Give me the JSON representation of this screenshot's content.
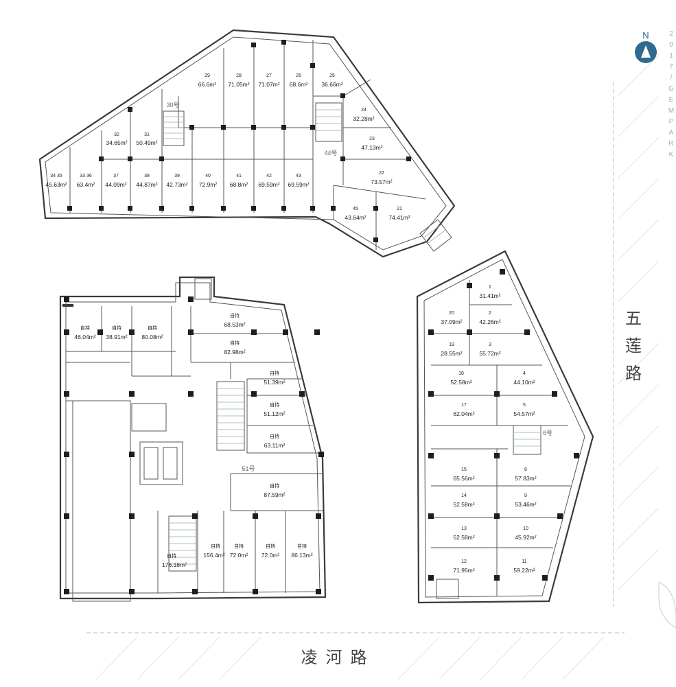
{
  "road_right": "五\n莲\n路",
  "road_right_chars": [
    "五",
    "莲",
    "路"
  ],
  "road_bottom": "凌河路",
  "compass": {
    "label": "N"
  },
  "brand_letters": [
    "2",
    "0",
    "1",
    "7",
    "/",
    "G",
    "E",
    "M",
    "P",
    "A",
    "R",
    "K"
  ],
  "core_labels": {
    "core_30": "30号",
    "core_44": "44号",
    "core_51": "51号",
    "core_6": "6号"
  },
  "units": {
    "u29": {
      "num": "29",
      "area": "66.6m²"
    },
    "u28": {
      "num": "28",
      "area": "71.05m²"
    },
    "u27": {
      "num": "27",
      "area": "71.07m²"
    },
    "u26": {
      "num": "26",
      "area": "68.6m²"
    },
    "u25": {
      "num": "25",
      "area": "36.66m²"
    },
    "u24": {
      "num": "24",
      "area": "32.28m²"
    },
    "u23": {
      "num": "23",
      "area": "47.13m²"
    },
    "u22": {
      "num": "22",
      "area": "73.57m²"
    },
    "u21": {
      "num": "21",
      "area": "74.41m²"
    },
    "u45": {
      "num": "45",
      "area": "43.64m²"
    },
    "u32": {
      "num": "32",
      "area": "34.65m²"
    },
    "u31": {
      "num": "31",
      "area": "50.49m²"
    },
    "u34": {
      "num": "34 35",
      "area": "45.63m²"
    },
    "u33": {
      "num": "33 36",
      "area": "63.4m²"
    },
    "u37": {
      "num": "37",
      "area": "44.09m²"
    },
    "u38": {
      "num": "38",
      "area": "44.87m²"
    },
    "u39": {
      "num": "39",
      "area": "42.73m²"
    },
    "u40": {
      "num": "40",
      "area": "72.9m²"
    },
    "u41": {
      "num": "41",
      "area": "68.8m²"
    },
    "u42": {
      "num": "42",
      "area": "69.59m²"
    },
    "u43": {
      "num": "43",
      "area": "69.59m²"
    },
    "s1": {
      "num": "自持",
      "area": "46.04m²"
    },
    "s2": {
      "num": "自持",
      "area": "38.91m²"
    },
    "s3": {
      "num": "自持",
      "area": "80.08m²"
    },
    "s4": {
      "num": "自持",
      "area": "68.53m²"
    },
    "s5": {
      "num": "自持",
      "area": "82.98m²"
    },
    "s6": {
      "num": "自持",
      "area": "51.39m²"
    },
    "s7": {
      "num": "自持",
      "area": "51.12m²"
    },
    "s8": {
      "num": "自持",
      "area": "63.11m²"
    },
    "s9": {
      "num": "自持",
      "area": "87.59m²"
    },
    "s10": {
      "num": "自持",
      "area": "176.18m²"
    },
    "s11": {
      "num": "自持",
      "area": "156.4m²"
    },
    "s12": {
      "num": "自持",
      "area": "72.0m²"
    },
    "s13": {
      "num": "自持",
      "area": "72.0m²"
    },
    "s14": {
      "num": "自持",
      "area": "86.13m²"
    },
    "r1": {
      "num": "1",
      "area": "31.41m²"
    },
    "r20": {
      "num": "20",
      "area": "37.09m²"
    },
    "r2": {
      "num": "2",
      "area": "42.26m²"
    },
    "r19": {
      "num": "19",
      "area": "28.55m²"
    },
    "r3": {
      "num": "3",
      "area": "55.72m²"
    },
    "r18": {
      "num": "18",
      "area": "52.58m²"
    },
    "r4": {
      "num": "4",
      "area": "44.10m²"
    },
    "r17": {
      "num": "17",
      "area": "62.04m²"
    },
    "r5": {
      "num": "5",
      "area": "54.57m²"
    },
    "r15": {
      "num": "15",
      "area": "65.56m²"
    },
    "r8": {
      "num": "8",
      "area": "57.83m²"
    },
    "r14": {
      "num": "14",
      "area": "52.58m²"
    },
    "r9": {
      "num": "9",
      "area": "53.46m²"
    },
    "r13": {
      "num": "13",
      "area": "52.58m²"
    },
    "r10": {
      "num": "10",
      "area": "45.92m²"
    },
    "r12": {
      "num": "12",
      "area": "71.95m²"
    },
    "r11": {
      "num": "11",
      "area": "59.22m²"
    }
  }
}
